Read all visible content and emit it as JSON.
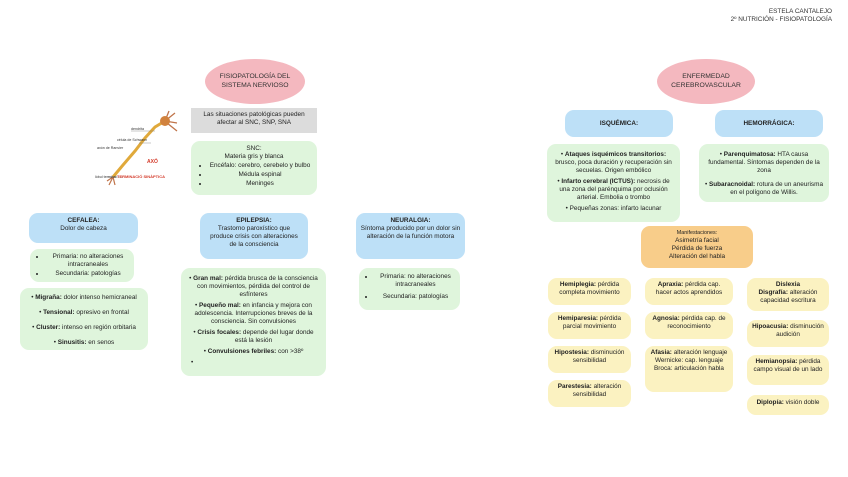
{
  "header": {
    "author": "ESTELA CANTALEJO",
    "course": "2º NUTRICIÓN - FISIOPATOLOGÍA"
  },
  "left": {
    "title": "FISIOPATOLOGÍA DEL SISTEMA NERVIOSO",
    "intro": "Las situaciones patológicas pueden afectar al SNC, SNP, SNA",
    "neuron_labels": {
      "dendrita": "dendrita",
      "soma": "célula de Schwann",
      "nucleus": "axón de Ranvier",
      "axon": "AXÓ",
      "terminal": "TERMINACIÓ SINÀPTICA",
      "lobe": "lóbul terminal"
    },
    "snc": {
      "title": "SNC:",
      "subtitle": "Materia gris y blanca",
      "items": [
        "Encéfalo: cerebro, cerebelo y bulbo",
        "Médula espinal",
        "Meninges"
      ]
    },
    "cefalea": {
      "title": "CEFALEA:",
      "desc": "Dolor de cabeza",
      "types": [
        "Primaria: no alteraciones intracraneales",
        "Secundaria: patologías"
      ],
      "details": [
        {
          "b": "Migraña:",
          "t": " dolor intenso hemicraneal"
        },
        {
          "b": "Tensional:",
          "t": " opresivo en frontal"
        },
        {
          "b": "Cluster:",
          "t": " intenso en región orbitaria"
        },
        {
          "b": "Sinusitis:",
          "t": " en senos"
        }
      ]
    },
    "epilepsia": {
      "title": "EPILEPSIA:",
      "desc": "Trastorno paroxístico que produce crisis con alteraciones de la consciencia",
      "details": [
        {
          "b": "Gran mal:",
          "t": " pérdida brusca de la consciencia con movimientos, pérdida del control de esfínteres"
        },
        {
          "b": "Pequeño mal:",
          "t": " en infancia y mejora con adolescencia. Interrupciones breves de la consciencia. Sin convulsiones"
        },
        {
          "b": "Crisis focales:",
          "t": " depende del lugar donde está la lesión"
        },
        {
          "b": "Convulsiones febriles:",
          "t": " con >38º"
        },
        {
          "b": "",
          "t": ""
        }
      ]
    },
    "neuralgia": {
      "title": "NEURALGIA:",
      "desc": "Síntoma producido por un dolor sin alteración de la función motora",
      "types": [
        "Primaria: no alteraciones intracraneales",
        "Secundaria: patologías"
      ]
    }
  },
  "right": {
    "title": "ENFERMEDAD CEREBROVASCULAR",
    "isquemica": {
      "title": "ISQUÉMICA:",
      "items": [
        {
          "b": "Ataques isquémicos transitorios:",
          "t": " brusco, poca duración y recuperación sin secuelas. Origen embólico"
        },
        {
          "b": "Infarto cerebral (ICTUS):",
          "t": " necrosis de una zona del parénquima por oclusión arterial. Embolia o trombo"
        }
      ],
      "extra": "Pequeñas zonas: infarto lacunar"
    },
    "hemorragica": {
      "title": "HEMORRÁGICA:",
      "items": [
        {
          "b": "Parenquimatosa:",
          "t": " HTA causa fundamental. Síntomas dependen de la zona"
        },
        {
          "b": "Subaracnoidal:",
          "t": " rotura de un aneurisma en el polígono de Willis."
        }
      ]
    },
    "manifestaciones": {
      "title": "Manifestaciones:",
      "items": [
        "Asimetría facial",
        "Pérdida de fuerza",
        "Alteración del habla"
      ]
    },
    "col1": [
      {
        "b": "Hemiplegia:",
        "t": " pérdida completa movimiento"
      },
      {
        "b": "Hemiparesia:",
        "t": " pérdida parcial movimiento"
      },
      {
        "b": "Hipostesia:",
        "t": " disminución sensibilidad"
      },
      {
        "b": "Parestesia:",
        "t": " alteración sensibilidad"
      }
    ],
    "col2": {
      "apraxia": {
        "b": "Apraxia:",
        "t": " pérdida cap. hacer actos aprendidos"
      },
      "agnosia": {
        "b": "Agnosia:",
        "t": " pérdida cap. de reconocimiento"
      },
      "afasia": {
        "b": "Afasia:",
        "t": " alteración lenguaje",
        "l1": "Wernicke: cap. lenguaje",
        "l2": "Broca: articulación habla"
      }
    },
    "col3": {
      "dislexia": {
        "b": "Dislexia",
        "b2": "Disgrafía:",
        "t": " alteración capacidad escritura"
      },
      "hipoacusia": {
        "b": "Hipoacusia:",
        "t": " disminución audición"
      },
      "hemianopsia": {
        "b": "Hemianopsia:",
        "t": " pérdida campo visual de un lado"
      },
      "diplopia": {
        "b": "Diplopía:",
        "t": " visión doble"
      }
    }
  }
}
